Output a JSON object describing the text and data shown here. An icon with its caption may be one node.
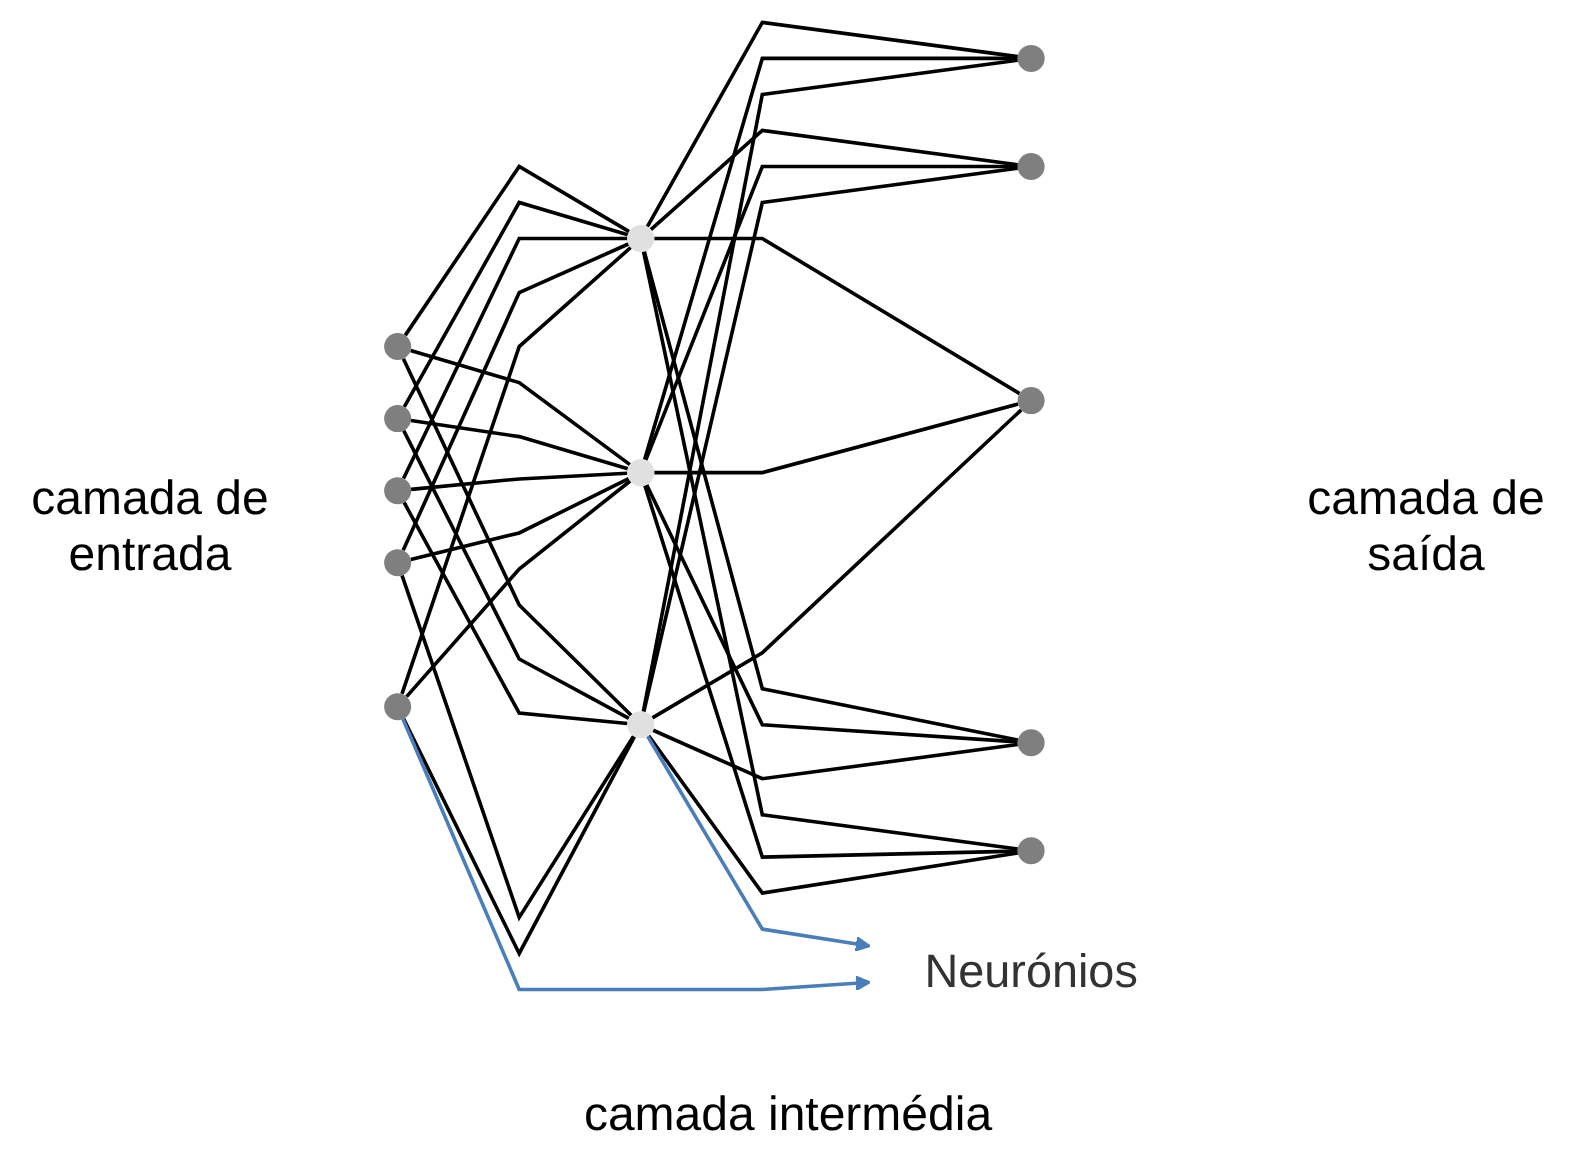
{
  "diagram": {
    "nodes": [
      {
        "text": [],
        "shape": "circle"
      },
      {
        "text": [],
        "shape": "circle"
      },
      {
        "text": [],
        "shape": "circle"
      },
      {
        "text": [],
        "shape": "circle"
      },
      {
        "text": [],
        "shape": "circle"
      },
      {
        "text": [],
        "shape": "circle"
      },
      {
        "text": [],
        "shape": "circle"
      },
      {
        "text": [],
        "shape": "circle"
      },
      {
        "text": [],
        "shape": "circle"
      },
      {
        "text": [],
        "shape": "circle"
      },
      {
        "text": [],
        "shape": "circle"
      },
      {
        "text": [],
        "shape": "circle"
      },
      {
        "text": [],
        "shape": "circle"
      },
      {
        "text": [
          "Neurónios"
        ]
      }
    ],
    "edges": [
      {
        "from": 0,
        "to": 5,
        "arrow": "none"
      },
      {
        "from": 0,
        "to": 6,
        "arrow": "none"
      },
      {
        "from": 0,
        "to": 7,
        "arrow": "none"
      },
      {
        "from": 1,
        "to": 5,
        "arrow": "none"
      },
      {
        "from": 1,
        "to": 6,
        "arrow": "none"
      },
      {
        "from": 1,
        "to": 7,
        "arrow": "none"
      },
      {
        "from": 2,
        "to": 5,
        "arrow": "none"
      },
      {
        "from": 2,
        "to": 6,
        "arrow": "none"
      },
      {
        "from": 2,
        "to": 7,
        "arrow": "none"
      },
      {
        "from": 3,
        "to": 5,
        "arrow": "none"
      },
      {
        "from": 3,
        "to": 6,
        "arrow": "none"
      },
      {
        "from": 3,
        "to": 7,
        "arrow": "none"
      },
      {
        "from": 4,
        "to": 5,
        "arrow": "none"
      },
      {
        "from": 4,
        "to": 6,
        "arrow": "none"
      },
      {
        "from": 4,
        "to": 7,
        "arrow": "none"
      },
      {
        "from": 5,
        "to": 8,
        "arrow": "none"
      },
      {
        "from": 5,
        "to": 9,
        "arrow": "none"
      },
      {
        "from": 5,
        "to": 10,
        "arrow": "none"
      },
      {
        "from": 5,
        "to": 11,
        "arrow": "none"
      },
      {
        "from": 5,
        "to": 12,
        "arrow": "none"
      },
      {
        "from": 6,
        "to": 8,
        "arrow": "none"
      },
      {
        "from": 6,
        "to": 9,
        "arrow": "none"
      },
      {
        "from": 6,
        "to": 10,
        "arrow": "none"
      },
      {
        "from": 6,
        "to": 11,
        "arrow": "none"
      },
      {
        "from": 6,
        "to": 12,
        "arrow": "none"
      },
      {
        "from": 7,
        "to": 8,
        "arrow": "none"
      },
      {
        "from": 7,
        "to": 9,
        "arrow": "none"
      },
      {
        "from": 7,
        "to": 10,
        "arrow": "none"
      },
      {
        "from": 7,
        "to": 11,
        "arrow": "none"
      },
      {
        "from": 7,
        "to": 12,
        "arrow": "none"
      },
      {
        "from": 0,
        "to": 13,
        "arrow": "to",
        "color": "#4a7ebb"
      },
      {
        "from": 5,
        "to": 13,
        "arrow": "to",
        "color": "#4a7ebb"
      }
    ],
    "labels": [
      "camada de entrada",
      "camada de saída",
      "camada intermédia"
    ]
  }
}
